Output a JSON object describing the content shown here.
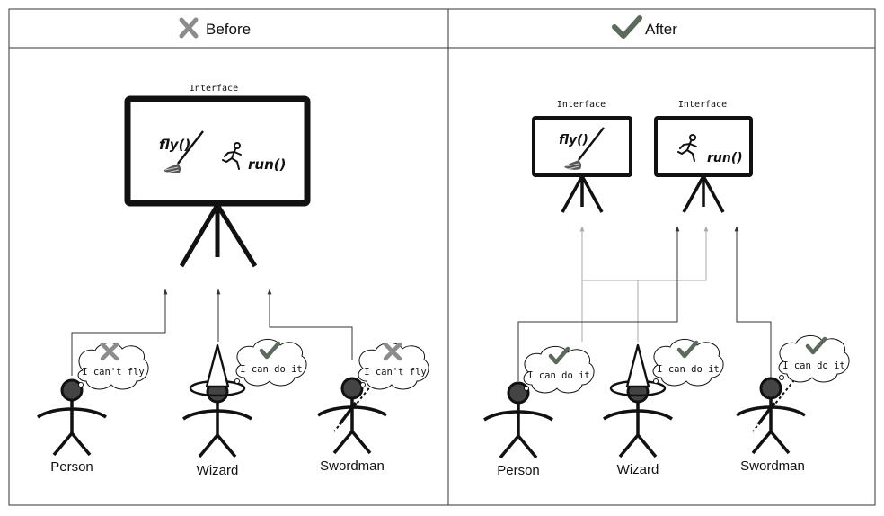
{
  "panels": {
    "before": {
      "title": "Before",
      "icon": "cross-icon",
      "interface_label": "Interface",
      "methods": {
        "fly": "fly()",
        "run": "run()"
      },
      "characters": [
        {
          "name": "Person",
          "bubble": "I can't fly",
          "mark": "cross"
        },
        {
          "name": "Wizard",
          "bubble": "I can do it",
          "mark": "check"
        },
        {
          "name": "Swordman",
          "bubble": "I can't fly",
          "mark": "cross"
        }
      ]
    },
    "after": {
      "title": "After",
      "icon": "check-icon",
      "interfaces": [
        {
          "label": "Interface",
          "method": "fly()"
        },
        {
          "label": "Interface",
          "method": "run()"
        }
      ],
      "characters": [
        {
          "name": "Person",
          "bubble": "I can do it",
          "mark": "check"
        },
        {
          "name": "Wizard",
          "bubble": "I can do it",
          "mark": "check"
        },
        {
          "name": "Swordman",
          "bubble": "I can do it",
          "mark": "check"
        }
      ]
    }
  },
  "colors": {
    "cross": "#8c8c8c",
    "check": "#5b6b5b",
    "arrow_dark": "#333333",
    "arrow_light": "#aaaaaa"
  }
}
